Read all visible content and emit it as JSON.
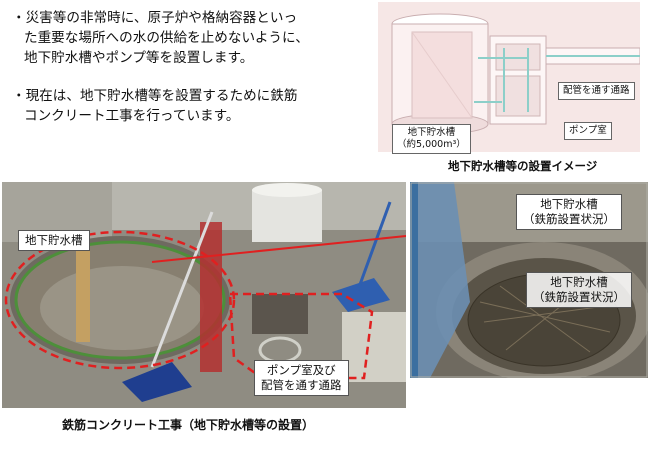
{
  "bullets": [
    {
      "lines": [
        "・災害等の非常時に、原子炉や格納容器といっ",
        "た重要な場所への水の供給を止めないように、",
        "地下貯水槽やポンプ等を設置します。"
      ]
    },
    {
      "lines": [
        "・現在は、地下貯水槽等を設置するために鉄筋",
        "コンクリート工事を行っています。"
      ]
    }
  ],
  "diagram": {
    "labels": {
      "piping_passage": "配管を通す通路",
      "pump_room": "ポンプ室",
      "tank_name": "地下貯水槽",
      "tank_capacity": "（約5,000m³）"
    },
    "caption": "地下貯水槽等の設置イメージ"
  },
  "main_photo": {
    "callouts": {
      "tank": "地下貯水槽",
      "pump_room_line1": "ポンプ室及び",
      "pump_room_line2": "配管を通す通路"
    },
    "caption": "鉄筋コンクリート工事（地下貯水槽等の設置）"
  },
  "right_photo": {
    "callout_line1": "地下貯水槽",
    "callout_line2": "（鉄筋設置状況）",
    "inner_label_line1": "地下貯水槽",
    "inner_label_line2": "（鉄筋設置状況）"
  },
  "colors": {
    "highlight_dashed": "#e02020",
    "diagram_bg": "#f6e7e6"
  }
}
